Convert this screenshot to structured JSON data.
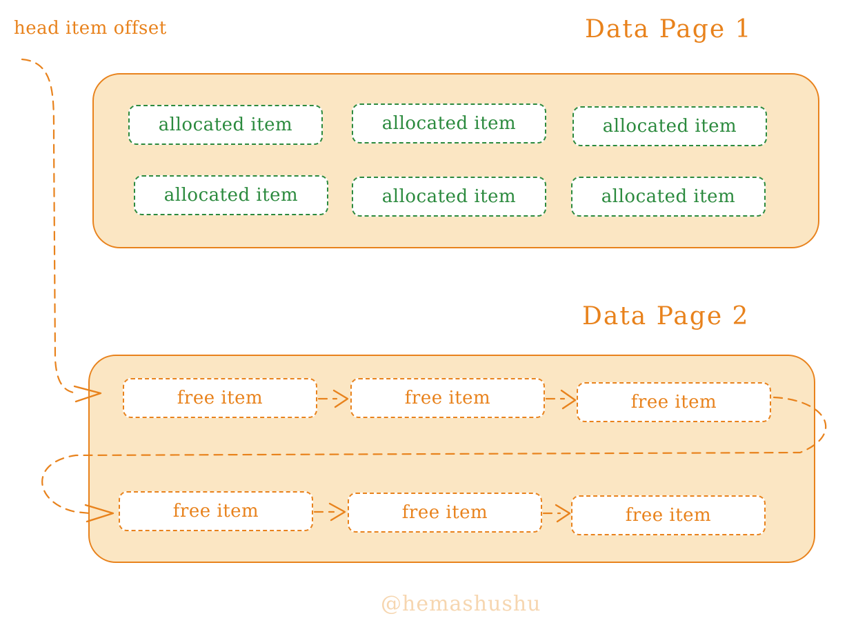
{
  "head_label": "head item offset",
  "page1": {
    "title": "Data Page 1",
    "items": [
      "allocated item",
      "allocated item",
      "allocated item",
      "allocated item",
      "allocated item",
      "allocated item"
    ]
  },
  "page2": {
    "title": "Data Page 2",
    "items": [
      "free item",
      "free item",
      "free item",
      "free item",
      "free item",
      "free item"
    ]
  },
  "watermark": "@hemashushu",
  "colors": {
    "accent": "#e8821c",
    "panel_fill": "#fbe6c3",
    "allocated": "#2b8a3e",
    "watermark": "#f6d6b0"
  }
}
